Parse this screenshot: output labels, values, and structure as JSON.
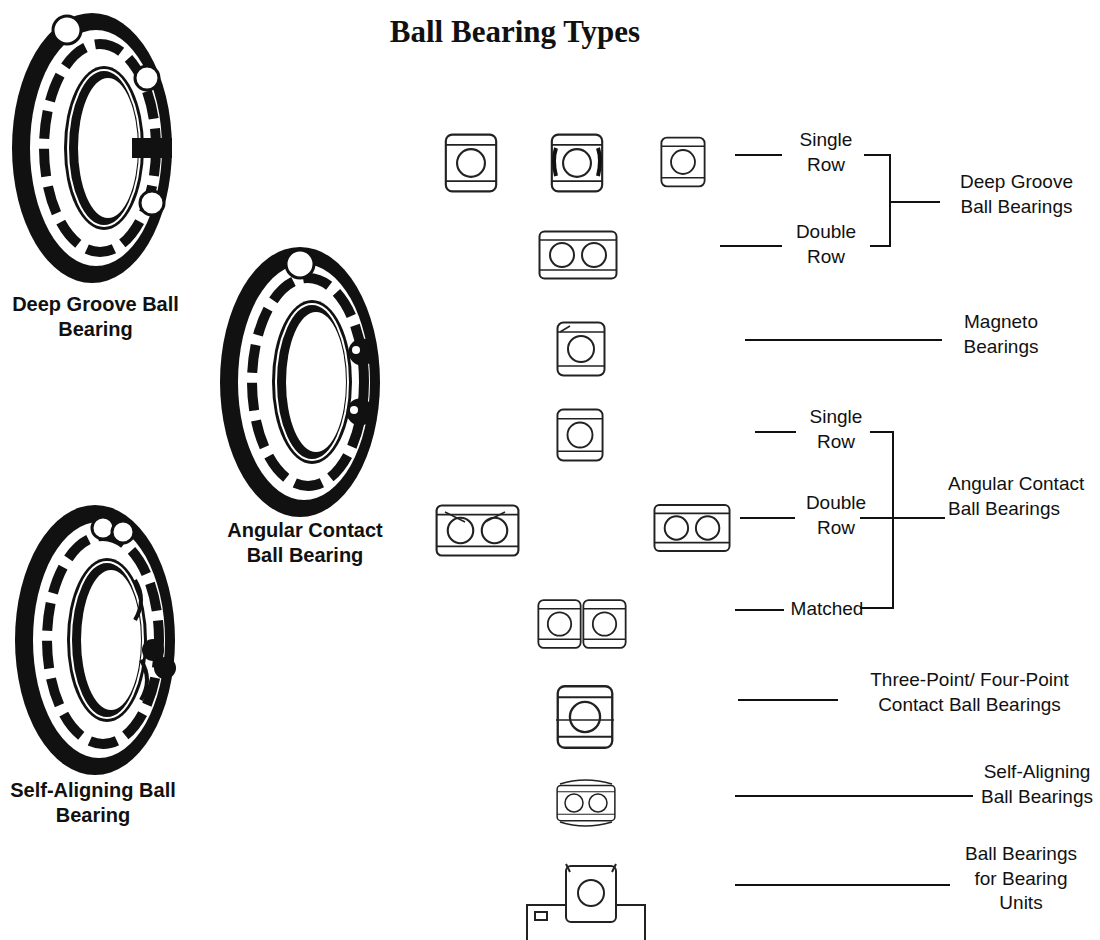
{
  "diagram": {
    "title": "Ball Bearing Types",
    "labels": [
      "Deep Groove Ball Bearing",
      "Angular Contact Ball Bearing",
      "Self-Aligning Ball Bearing",
      "Single Row",
      "Double Row",
      "Deep Groove Ball Bearings",
      "Magneto Bearings",
      "Single Row",
      "Double Row",
      "Angular Contact Ball Bearings",
      "Matched",
      "Three-Point/ Four-Point Contact Ball Bearings",
      "Self-Aligning Ball Bearings",
      "Ball Bearings for Bearing Units"
    ]
  }
}
